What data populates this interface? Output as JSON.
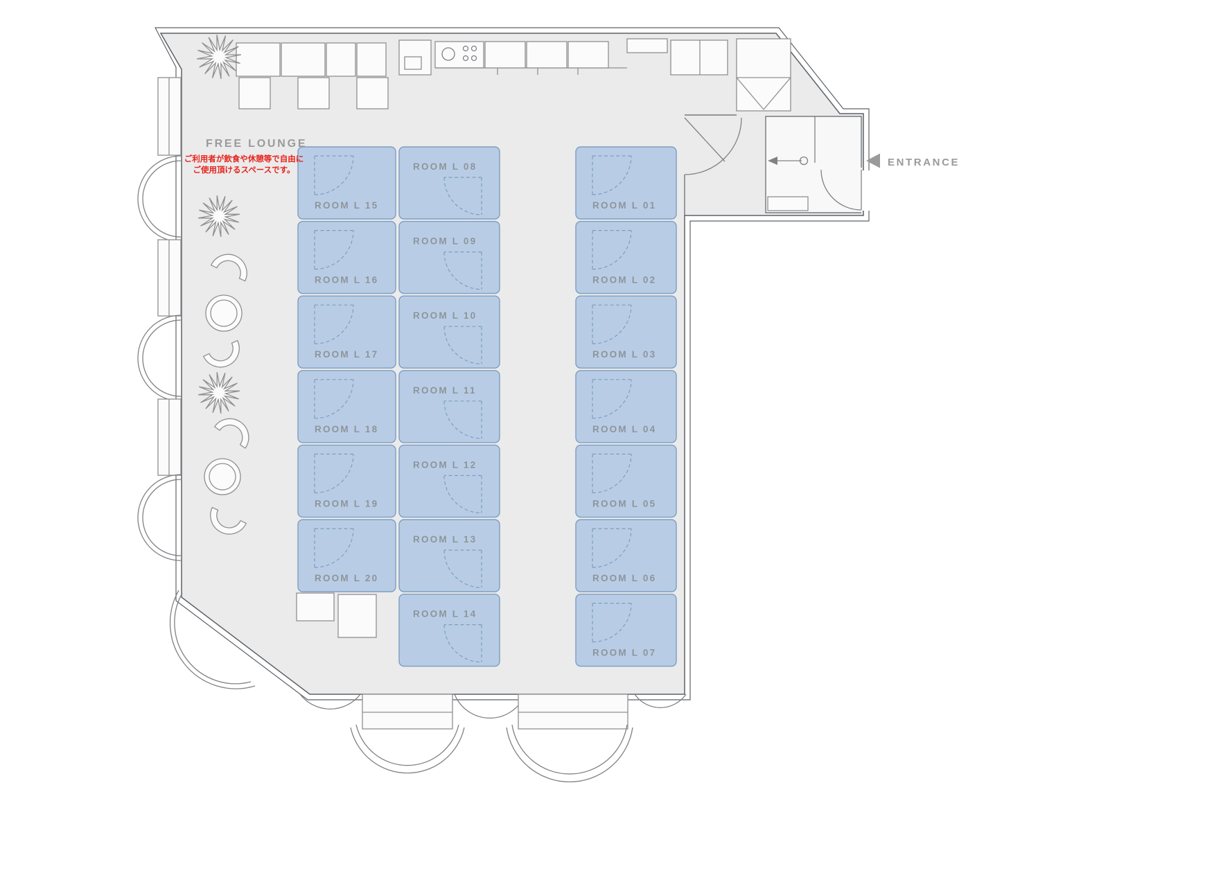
{
  "free_lounge": {
    "label": "FREE LOUNGE",
    "note_line1": "ご利用者が飲食や休憩等で自由に",
    "note_line2": "ご使用頂けるスペースです。"
  },
  "entrance": {
    "label": "ENTRANCE"
  },
  "rooms": {
    "left_column": [
      "ROOM L 15",
      "ROOM L 16",
      "ROOM L 17",
      "ROOM L 18",
      "ROOM L 19",
      "ROOM L 20"
    ],
    "middle_column": [
      "ROOM L 08",
      "ROOM L 09",
      "ROOM L 10",
      "ROOM L 11",
      "ROOM L 12",
      "ROOM L 13",
      "ROOM L 14"
    ],
    "right_column": [
      "ROOM L 01",
      "ROOM L 02",
      "ROOM L 03",
      "ROOM L 04",
      "ROOM L 05",
      "ROOM L 06",
      "ROOM L 07"
    ]
  },
  "icons": {
    "entrance_arrow": "left-triangle",
    "door_swing": "dashed-quarter-arc",
    "plant": "star-burst"
  },
  "colors": {
    "floor": "#ebebeb",
    "wall": "#5d6166",
    "room_fill": "#b8cde5",
    "room_border": "#7d9dc1",
    "room_label": "#8e949b",
    "label_gray": "#9a9a9a",
    "accent_red": "#e8231d"
  }
}
